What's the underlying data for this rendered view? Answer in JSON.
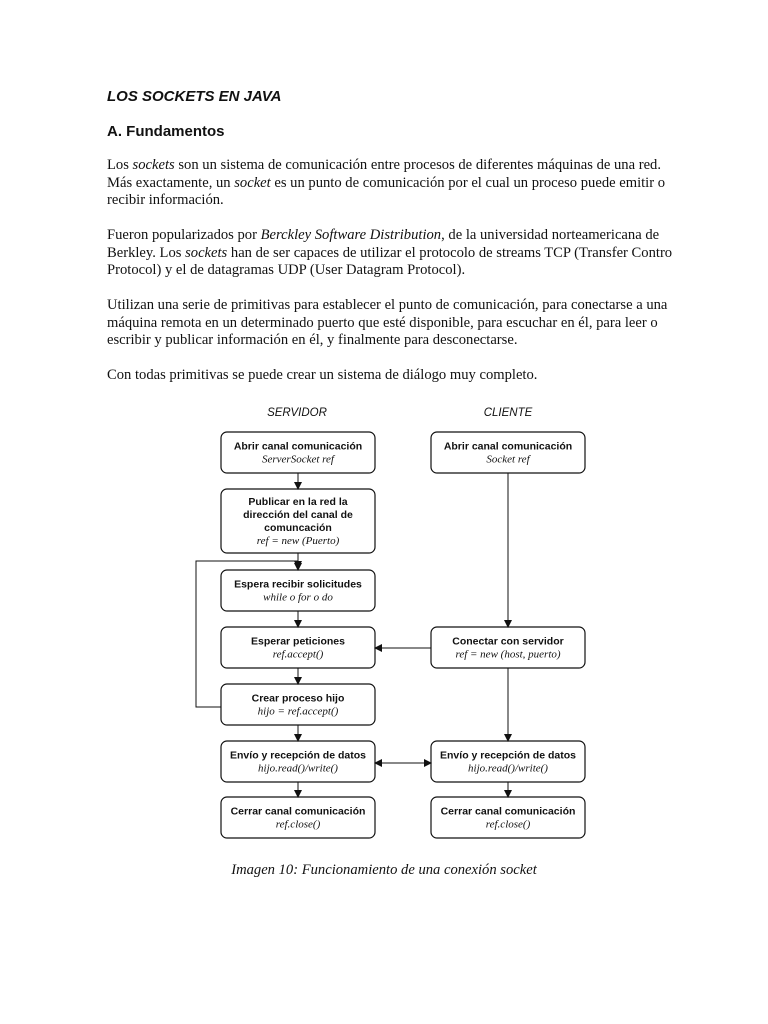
{
  "document": {
    "title": "LOS SOCKETS EN JAVA",
    "section": "A. Fundamentos",
    "paragraphs": [
      [
        {
          "t": "Los "
        },
        {
          "t": "sockets",
          "i": true
        },
        {
          "t": " son un sistema de comunicación entre procesos de diferentes máquinas de una red. Más exactamente, un "
        },
        {
          "t": "socket",
          "i": true
        },
        {
          "t": " es un punto de comunicación por el cual un proceso puede emitir o recibir información."
        }
      ],
      [
        {
          "t": "Fueron popularizados por "
        },
        {
          "t": "Berckley Software Distribution",
          "i": true
        },
        {
          "t": ", de la universidad norteamericana de Berkley. Los "
        },
        {
          "t": "sockets",
          "i": true
        },
        {
          "t": " han de ser capaces de utilizar el protocolo de streams TCP (Transfer Contro Protocol) y el de datagramas UDP (User Datagram Protocol)."
        }
      ],
      [
        {
          "t": "Utilizan una serie de primitivas para establecer el punto de comunicación, para conectarse a una máquina remota en un determinado puerto que esté disponible, para escuchar en él, para leer o escribir y publicar información en él, y finalmente para desconectarse."
        }
      ],
      [
        {
          "t": "Con todas primitivas se puede crear un sistema de diálogo muy completo."
        }
      ]
    ],
    "caption": "Imagen 10: Funcionamiento de una conexión socket"
  },
  "diagram": {
    "server_heading": "SERVIDOR",
    "client_heading": "CLIENTE",
    "nodes": [
      {
        "id": "srv-open",
        "title": [
          "Abrir canal comunicación"
        ],
        "sub": "ServerSocket ref"
      },
      {
        "id": "srv-publish",
        "title": [
          "Publicar en la red la",
          "dirección del canal de",
          "comuncación"
        ],
        "sub": "ref = new (Puerto)"
      },
      {
        "id": "srv-wait",
        "title": [
          "Espera recibir solicitudes"
        ],
        "sub": "while o for o do"
      },
      {
        "id": "srv-accept",
        "title": [
          "Esperar peticiones"
        ],
        "sub": "ref.accept()"
      },
      {
        "id": "srv-child",
        "title": [
          "Crear proceso hijo"
        ],
        "sub": "hijo = ref.accept()"
      },
      {
        "id": "srv-io",
        "title": [
          "Envío y recepción de datos"
        ],
        "sub": "hijo.read()/write()"
      },
      {
        "id": "srv-close",
        "title": [
          "Cerrar canal comunicación"
        ],
        "sub": "ref.close()"
      },
      {
        "id": "cli-open",
        "title": [
          "Abrir canal comunicación"
        ],
        "sub": "Socket ref"
      },
      {
        "id": "cli-connect",
        "title": [
          "Conectar con servidor"
        ],
        "sub": "ref = new (host, puerto)"
      },
      {
        "id": "cli-io",
        "title": [
          "Envío y recepción de datos"
        ],
        "sub": "hijo.read()/write()"
      },
      {
        "id": "cli-close",
        "title": [
          "Cerrar canal comunicación"
        ],
        "sub": "ref.close()"
      }
    ]
  }
}
